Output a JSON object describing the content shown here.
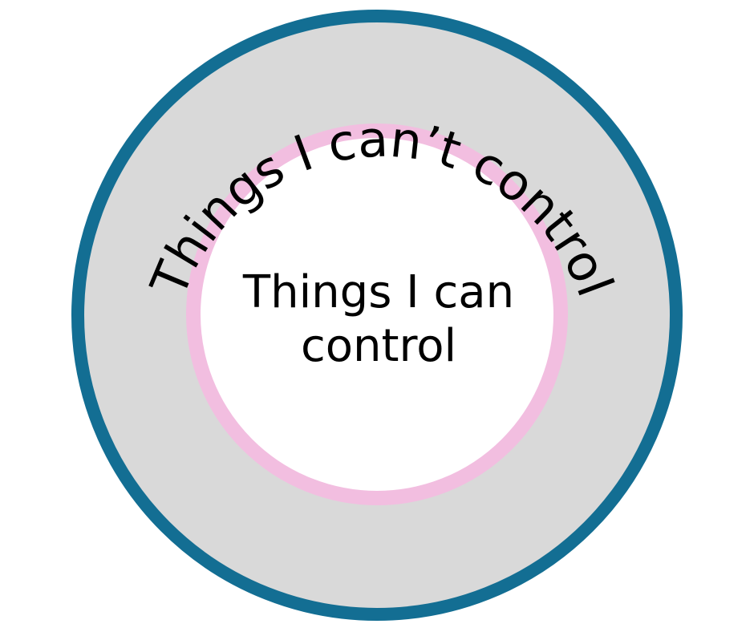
{
  "diagram": {
    "outer_label": "Things I can’t control",
    "inner_label_line1": "Things I can",
    "inner_label_line2": "control"
  },
  "colors": {
    "outer_ring": "#136e93",
    "outer_fill": "#d9d9d9",
    "inner_ring": "#f2bee0",
    "inner_fill": "#ffffff",
    "text": "#000000"
  }
}
